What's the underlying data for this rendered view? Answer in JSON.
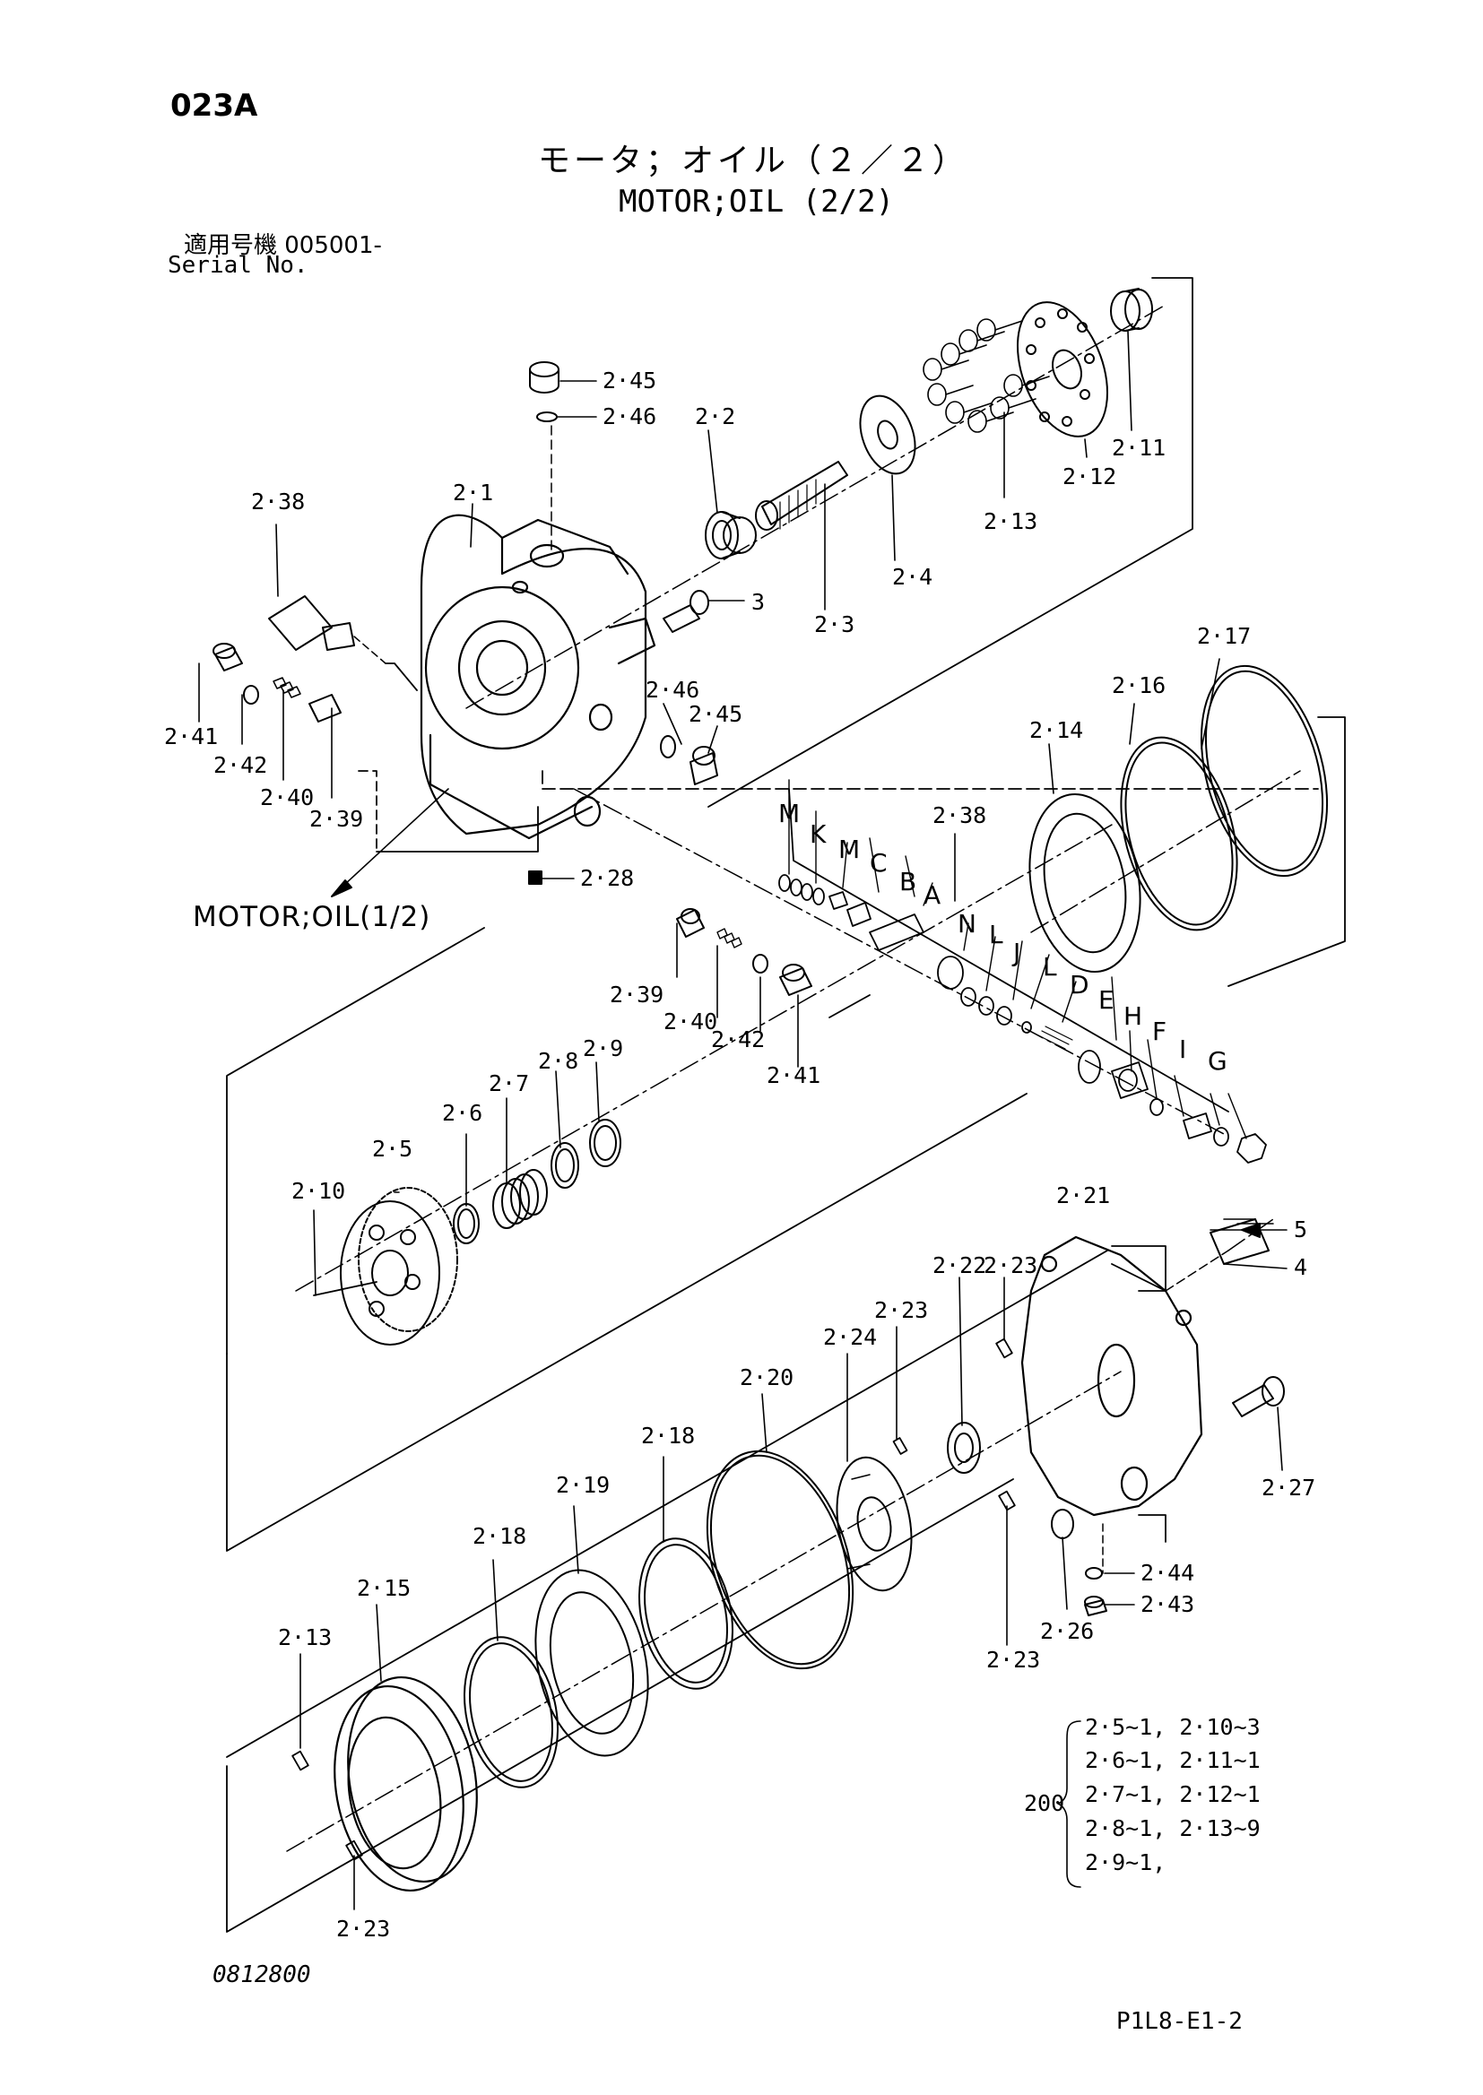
{
  "header": {
    "page_code": "023A",
    "title_jp": "モータ；オイル（２／２）",
    "title_en": "MOTOR;OIL (2/2)",
    "serial_label_jp": "適用号機  005001-",
    "serial_label_en": "Serial No."
  },
  "reference_note": "MOTOR;OIL(1/2)",
  "footer": {
    "drawing_number": "0812800",
    "page_ref": "P1L8-E1-2"
  },
  "callouts": {
    "c245a": "2·45",
    "c246a": "2·46",
    "c22": "2·2",
    "c21": "2·1",
    "c238a": "2·38",
    "c3": "3",
    "c23": "2·3",
    "c24": "2·4",
    "c211": "2·11",
    "c212": "2·12",
    "c213a": "2·13",
    "c241a": "2·41",
    "c242a": "2·42",
    "c240a": "2·40",
    "c239a": "2·39",
    "c246b": "2·46",
    "c245b": "2·45",
    "c228": "2·28",
    "c217": "2·17",
    "c216": "2·16",
    "c214": "2·14",
    "c238b": "2·38",
    "c239b": "2·39",
    "c240b": "2·40",
    "c242b": "2·42",
    "c241b": "2·41",
    "c25": "2·5",
    "c210": "2·10",
    "c26": "2·6",
    "c27": "2·7",
    "c28": "2·8",
    "c29": "2·9",
    "c221": "2·21",
    "c5": "5",
    "c4": "4",
    "c223a": "2·23",
    "c222": "2·22",
    "c223b": "2·23",
    "c224": "2·24",
    "c220": "2·20",
    "c218a": "2·18",
    "c219": "2·19",
    "c218b": "2·18",
    "c215": "2·15",
    "c213b": "2·13",
    "c227": "2·27",
    "c244": "2·44",
    "c243": "2·43",
    "c226": "2·26",
    "c223c": "2·23",
    "c223d": "2·23"
  },
  "letters": {
    "M1": "M",
    "K": "K",
    "M2": "M",
    "C": "C",
    "B": "B",
    "A": "A",
    "N": "N",
    "L1": "L",
    "J": "J",
    "L2": "L",
    "D": "D",
    "E": "E",
    "H": "H",
    "F": "F",
    "I": "I",
    "G": "G"
  },
  "kit": {
    "number": "200",
    "rows": [
      "2·5~1,  2·10~3",
      "2·6~1,  2·11~1",
      "2·7~1,  2·12~1",
      "2·8~1,  2·13~9",
      "2·9~1,"
    ]
  }
}
